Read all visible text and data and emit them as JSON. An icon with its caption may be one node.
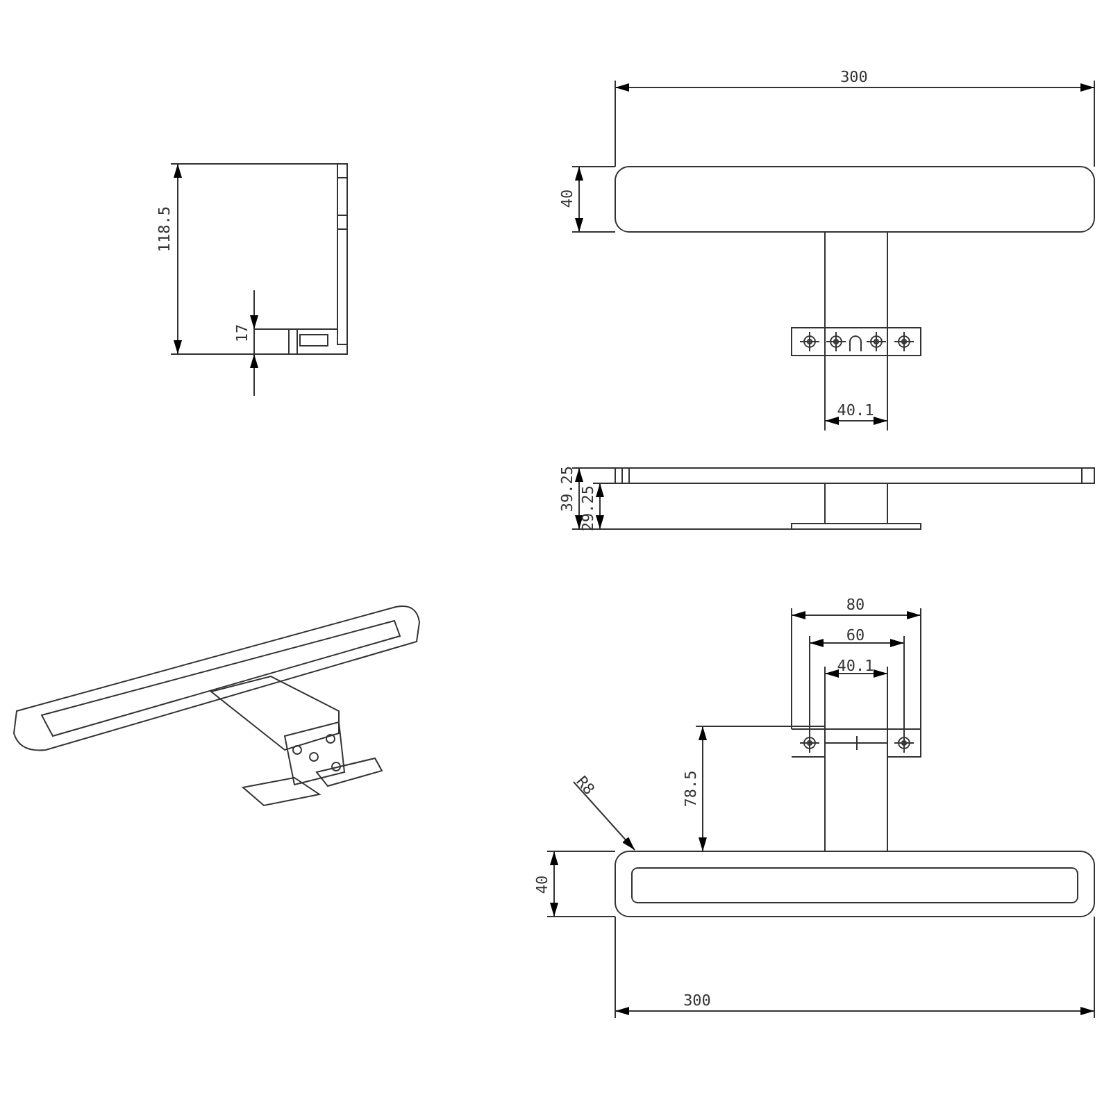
{
  "diagram": {
    "labels": [
      "300",
      "40",
      "118.5",
      "17",
      "40.1",
      "39.25",
      "29.25",
      "80",
      "60",
      "40.1",
      "R8",
      "78.5",
      "40",
      "300"
    ]
  }
}
